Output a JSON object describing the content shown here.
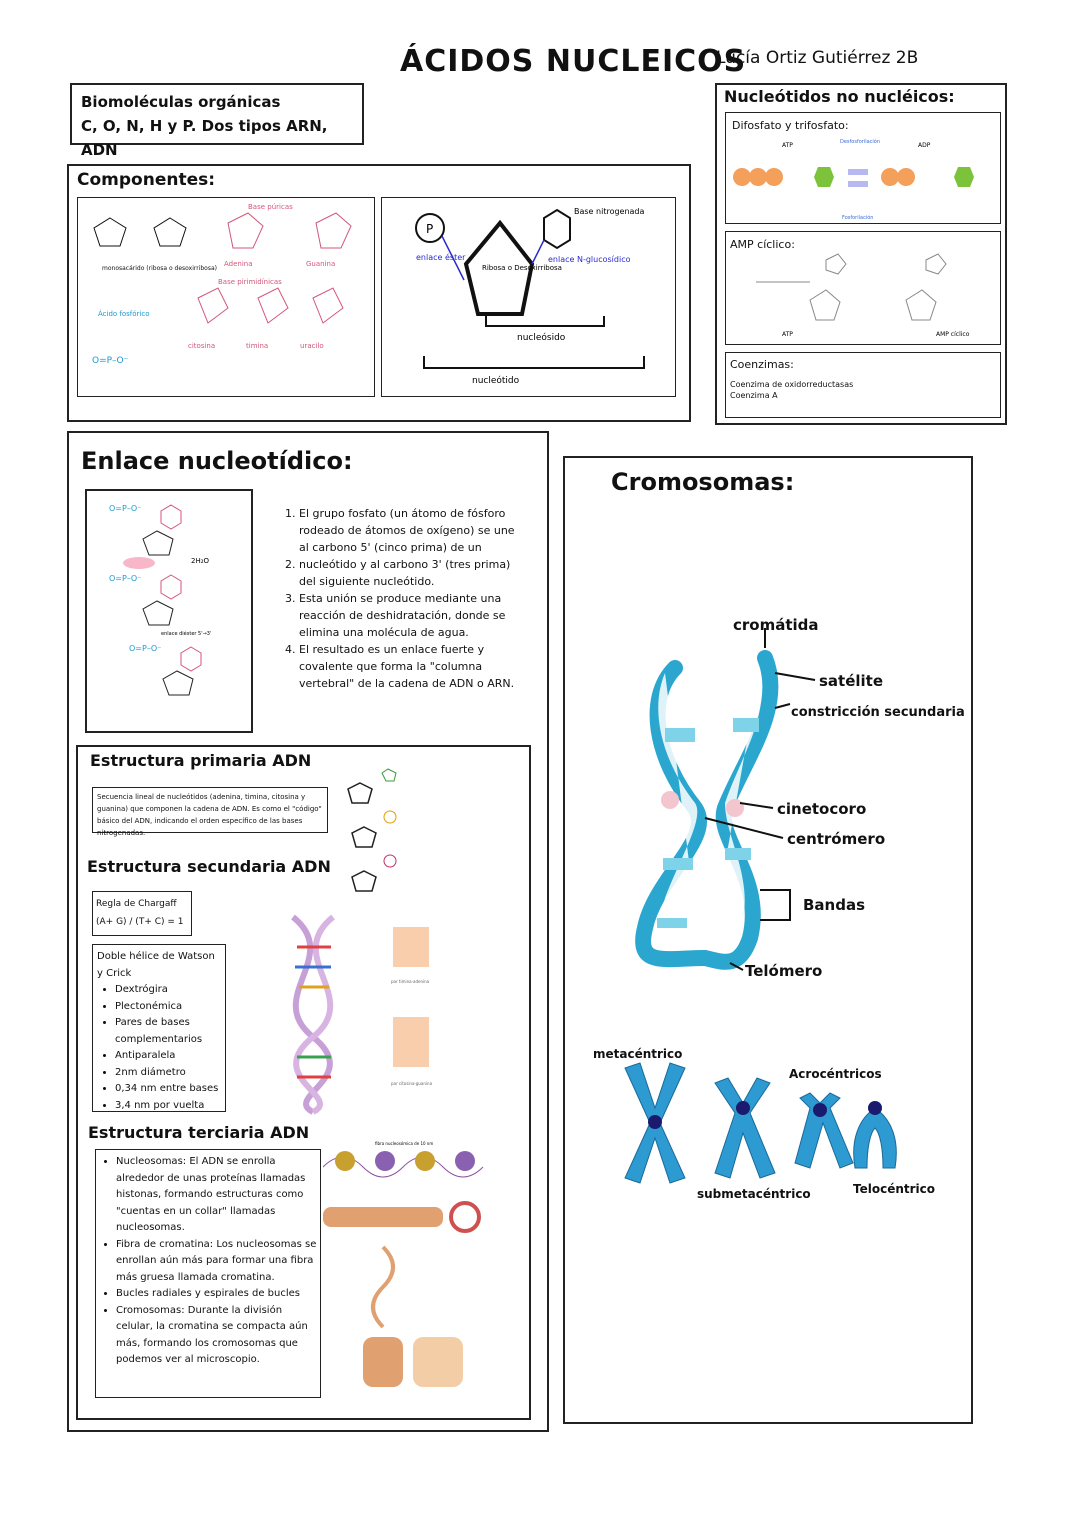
{
  "title": "ÁCIDOS NUCLEICOS",
  "author": "Lucía Ortiz Gutiérrez 2B",
  "intro": {
    "line1": "Biomoléculas orgánicas",
    "line2": "C, O, N, H y P. Dos tipos ARN, ADN"
  },
  "componentes": {
    "heading": "Componentes:",
    "labels": {
      "bases_puricas": "Base púricas",
      "adenina": "Adenina",
      "guanina": "Guanina",
      "bases_pirimidinicas": "Base pirimidínicas",
      "citosina": "citosina",
      "timina": "timina",
      "uracilo": "uracilo",
      "monosacarido": "monosacárido (ribosa o desoxirribosa)",
      "acido_fosforico": "Ácido fosfórico"
    },
    "diagram": {
      "p": "P",
      "enlace_ester": "enlace éster",
      "azucar": "Ribosa o Desoxirribosa",
      "base": "Base nitrogenada",
      "enlace_n": "enlace N-glucosídico",
      "nucleosido": "nucleósido",
      "nucleotido": "nucleótido"
    }
  },
  "no_nucleicos": {
    "heading": "Nucleótidos no nucléicos:",
    "difosfato": {
      "title": "Difosfato y trifosfato:",
      "atp": "ATP",
      "adp": "ADP",
      "desfosforilacion": "Desfosforilación",
      "fosforilacion": "Fosforilación"
    },
    "amp": {
      "title": "AMP cíclico:",
      "atp": "ATP",
      "amp": "AMP cíclico"
    },
    "coenzimas": {
      "title": "Coenzimas:",
      "items": [
        "Coenzima de oxidorreductasas",
        "Coenzima A"
      ]
    }
  },
  "enlace": {
    "heading": "Enlace nucleotídico:",
    "steps": [
      "El grupo fosfato (un átomo de fósforo rodeado de átomos de oxígeno) se une al carbono 5' (cinco prima) de un",
      "nucleótido y al carbono 3' (tres prima) del siguiente nucleótido.",
      "Esta unión se produce mediante una reacción de deshidratación, donde se elimina una molécula de agua.",
      "El resultado es un enlace fuerte y covalente que forma la \"columna vertebral\" de la cadena de ADN o ARN."
    ],
    "diagram_labels": {
      "water": "2H₂O",
      "bond": "enlace diéster 5'→3'"
    }
  },
  "primaria": {
    "heading": "Estructura primaria ADN",
    "text": "Secuencia lineal de nucleótidos (adenina, timina, citosina y guanina) que componen la cadena de ADN. Es como el \"código\" básico del ADN, indicando el orden específico de las bases nitrogenadas."
  },
  "secundaria": {
    "heading": "Estructura secundaria  ADN",
    "chargaff_title": "Regla de Chargaff",
    "chargaff_formula": "(A+ G) / (T+ C) = 1",
    "watson_title": "Doble hélice de Watson y Crick",
    "items": [
      "Dextrógira",
      "Plectonémica",
      "Pares de bases complementarios",
      "Antiparalela",
      "2nm diámetro",
      "0,34 nm entre bases",
      "3,4 nm por vuelta"
    ],
    "img_labels": {
      "ta": "par timina-adenina",
      "cg": "par citosina-guanina"
    }
  },
  "terciaria": {
    "heading": "Estructura terciaria  ADN",
    "items": [
      "Nucleosomas: El ADN se enrolla alrededor de unas proteínas llamadas histonas, formando estructuras como \"cuentas en un collar\" llamadas nucleosomas.",
      "Fibra de cromatina: Los nucleosomas se enrollan aún más para formar una fibra más gruesa llamada cromatina.",
      "Bucles radiales y espirales de bucles",
      "Cromosomas: Durante la división celular, la cromatina se compacta aún más, formando los cromosomas que podemos  ver al microscopio."
    ],
    "img_labels": {
      "fibra": "fibra nucleosómica de 10 nm"
    }
  },
  "cromosomas": {
    "heading": "Cromosomas:",
    "parts": {
      "cromatida": "cromátida",
      "satelite": "satélite",
      "constriccion": "constricción secundaria",
      "cinetocoro": "cinetocoro",
      "centromero": "centrómero",
      "bandas": "Bandas",
      "telomero": "Telómero"
    },
    "types": {
      "metacentrico": "metacéntrico",
      "submetacentrico": "submetacéntrico",
      "acrocentricos": "Acrocéntricos",
      "telocentrico": "Telocéntrico"
    },
    "colors": {
      "chromosome": "#2aa6cf",
      "band": "#7fd3e8",
      "centromere": "#f3c6cf",
      "type_fill": "#2d9ad2",
      "type_dot": "#1a1a6e"
    }
  }
}
